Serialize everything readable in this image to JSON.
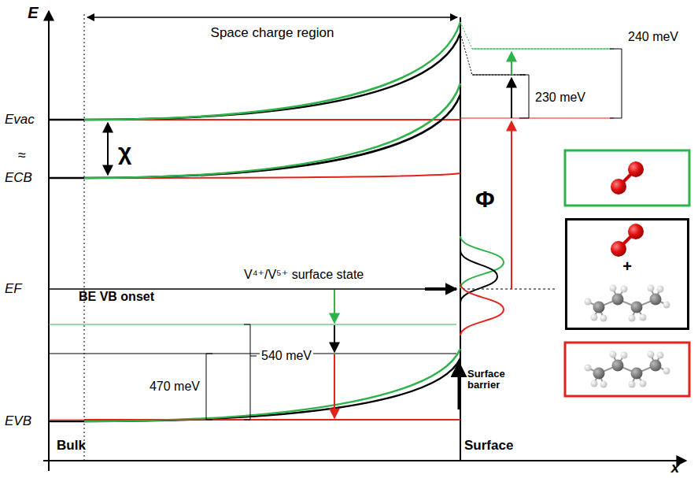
{
  "diagram": {
    "nodes": [
      {
        "text": [
          "+"
        ]
      }
    ],
    "labels": [
      "E",
      "Space charge region",
      "Evac",
      "χ",
      "≈",
      "ECB",
      "EF",
      "V⁴⁺/V⁵⁺ surface state",
      "BE VB onset",
      "470 meV",
      "540 meV",
      "EVB",
      "Bulk",
      "Surface",
      "x",
      "230 meV",
      "240 meV",
      "Φ",
      "Surface barrier"
    ]
  }
}
